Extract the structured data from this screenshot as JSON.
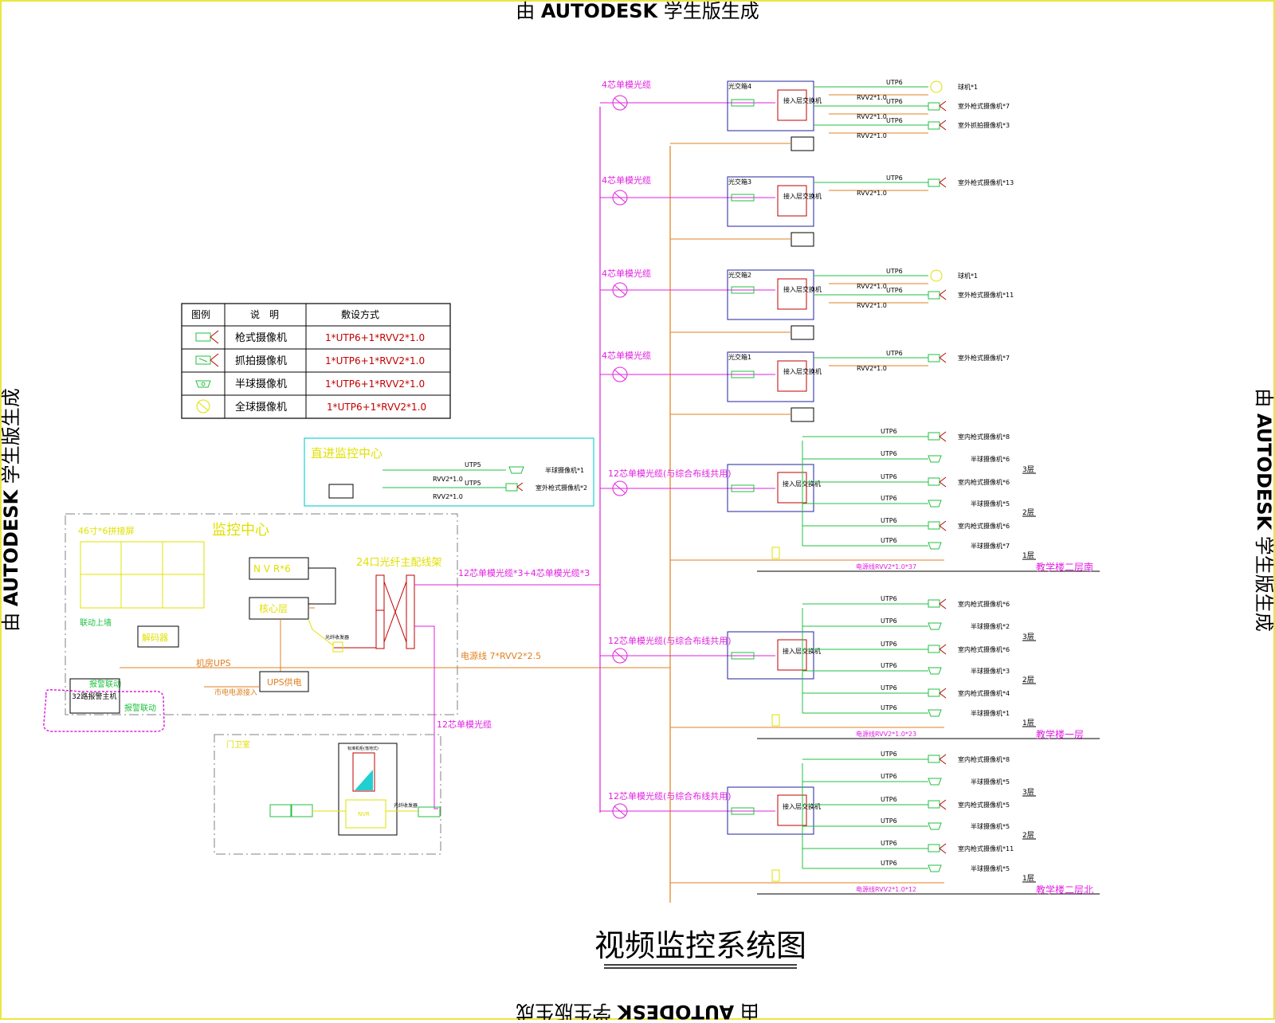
{
  "watermark": {
    "text_prefix": "由 ",
    "text_brand": "AUTODESK",
    "text_suffix": " 学生版生成"
  },
  "title": "视频监控系统图",
  "legend": {
    "headers": [
      "图例",
      "说　明",
      "敷设方式"
    ],
    "rows": [
      {
        "icon": "bullet-camera-icon",
        "name": "枪式摄像机",
        "method": "1*UTP6+1*RVV2*1.0"
      },
      {
        "icon": "snapshot-camera-icon",
        "name": "抓拍摄像机",
        "method": "1*UTP6+1*RVV2*1.0"
      },
      {
        "icon": "dome-camera-icon",
        "name": "半球摄像机",
        "method": "1*UTP6+1*RVV2*1.0"
      },
      {
        "icon": "panoramic-camera-icon",
        "name": "全球摄像机",
        "method": "1*UTP6+1*RVV2*1.0"
      }
    ]
  },
  "gate_center": {
    "title": "直进监控中心",
    "cable_utp": "UTP5",
    "cable_rvv": "RVV2*1.0",
    "camera1": "半球摄像机*1",
    "camera2": "室外枪式摄像机*2"
  },
  "monitor_center": {
    "title": "监控中心",
    "video_wall": "46寸*6拼接屏",
    "linkage": "联动上墙",
    "decoder": "解码器",
    "nvr": "N V R*6",
    "core": "核心层",
    "odf": "24口光纤主配线架",
    "ups": "UPS供电",
    "room_ups": "机房UPS",
    "city_power": "市电电源接入",
    "alarm_linkage": "报警联动",
    "alarm_host": "32路报警主机",
    "alarm_label": "报警联动",
    "trunk_fiber": "12芯单模光缆*3+4芯单模光缆*3",
    "power_cable": "电源线 7*RVV2*2.5",
    "fiber_12": "12芯单模光缆"
  },
  "guard_room": {
    "title": "门卫室"
  },
  "fiber_labels": {
    "f4": "4芯单模光缆",
    "f12": "12芯单模光缆(与综合布线共用)"
  },
  "branches": [
    {
      "name": "光交箱4",
      "switch": "接入层交换机",
      "cams": [
        "球机*1",
        "室外枪式摄像机*7",
        "室外抓拍摄像机*3"
      ]
    },
    {
      "name": "光交箱3",
      "switch": "接入层交换机",
      "cams": [
        "室外枪式摄像机*13"
      ]
    },
    {
      "name": "光交箱2",
      "switch": "接入层交换机",
      "cams": [
        "球机*1",
        "室外枪式摄像机*11"
      ]
    },
    {
      "name": "光交箱1",
      "switch": "接入层交换机",
      "cams": [
        "室外枪式摄像机*7"
      ]
    }
  ],
  "cable_labels": {
    "utp6": "UTP6",
    "rvv": "RVV2*1.0"
  },
  "buildings": [
    {
      "name": "教学楼二层南",
      "power": "电源线RVV2*1.0*37",
      "cams": [
        "室内枪式摄像机*8",
        "半球摄像机*6",
        "室内枪式摄像机*6",
        "半球摄像机*5",
        "室内枪式摄像机*6",
        "半球摄像机*7"
      ],
      "floors": [
        "3层",
        "2层",
        "1层"
      ]
    },
    {
      "name": "教学楼一层",
      "power": "电源线RVV2*1.0*23",
      "cams": [
        "室内枪式摄像机*6",
        "半球摄像机*2",
        "室内枪式摄像机*6",
        "半球摄像机*3",
        "室内枪式摄像机*4",
        "半球摄像机*1"
      ],
      "floors": [
        "3层",
        "2层",
        "1层"
      ]
    },
    {
      "name": "教学楼二层北",
      "power": "电源线RVV2*1.0*12",
      "cams": [
        "室内枪式摄像机*8",
        "半球摄像机*5",
        "室内枪式摄像机*5",
        "半球摄像机*5",
        "室内枪式摄像机*11",
        "半球摄像机*5"
      ],
      "floors": [
        "3层",
        "2层",
        "1层"
      ]
    }
  ],
  "colors": {
    "magenta": "#e020e0",
    "orange": "#e08020",
    "green": "#20c040",
    "blue": "#2020a0",
    "red": "#c00000",
    "yellow": "#e0e000",
    "cyan": "#20d0d0",
    "brown": "#c06020"
  }
}
